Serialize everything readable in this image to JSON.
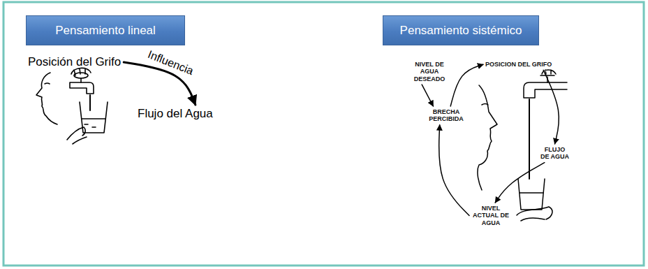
{
  "diagram": {
    "nodes": [
      {
        "text": [
          "Pensamiento lineal"
        ]
      },
      {
        "text": [
          "Posición del Grifo"
        ]
      },
      {
        "text": [
          "Flujo del Agua"
        ]
      },
      {
        "text": [
          "Pensamiento sistémico"
        ]
      },
      {
        "text": [
          "NIVEL DE AGUA DESEADO"
        ]
      },
      {
        "text": [
          "POSICION DEL GRIFO"
        ]
      },
      {
        "text": [
          "BRECHA PERCIBIDA"
        ]
      },
      {
        "text": [
          "FLUJO DE AGUA"
        ]
      },
      {
        "text": [
          "NIVEL ACTUAL DE AGUA"
        ]
      }
    ],
    "edges": [
      {
        "from": 1,
        "to": 2,
        "arrow": "to",
        "label": "Influencia"
      },
      {
        "from": 4,
        "to": 6,
        "arrow": "to"
      },
      {
        "from": 6,
        "to": 5,
        "arrow": "to"
      },
      {
        "from": 5,
        "to": 7,
        "arrow": "to"
      },
      {
        "from": 7,
        "to": 8,
        "arrow": "to"
      },
      {
        "from": 8,
        "to": 6,
        "arrow": "to"
      }
    ]
  }
}
